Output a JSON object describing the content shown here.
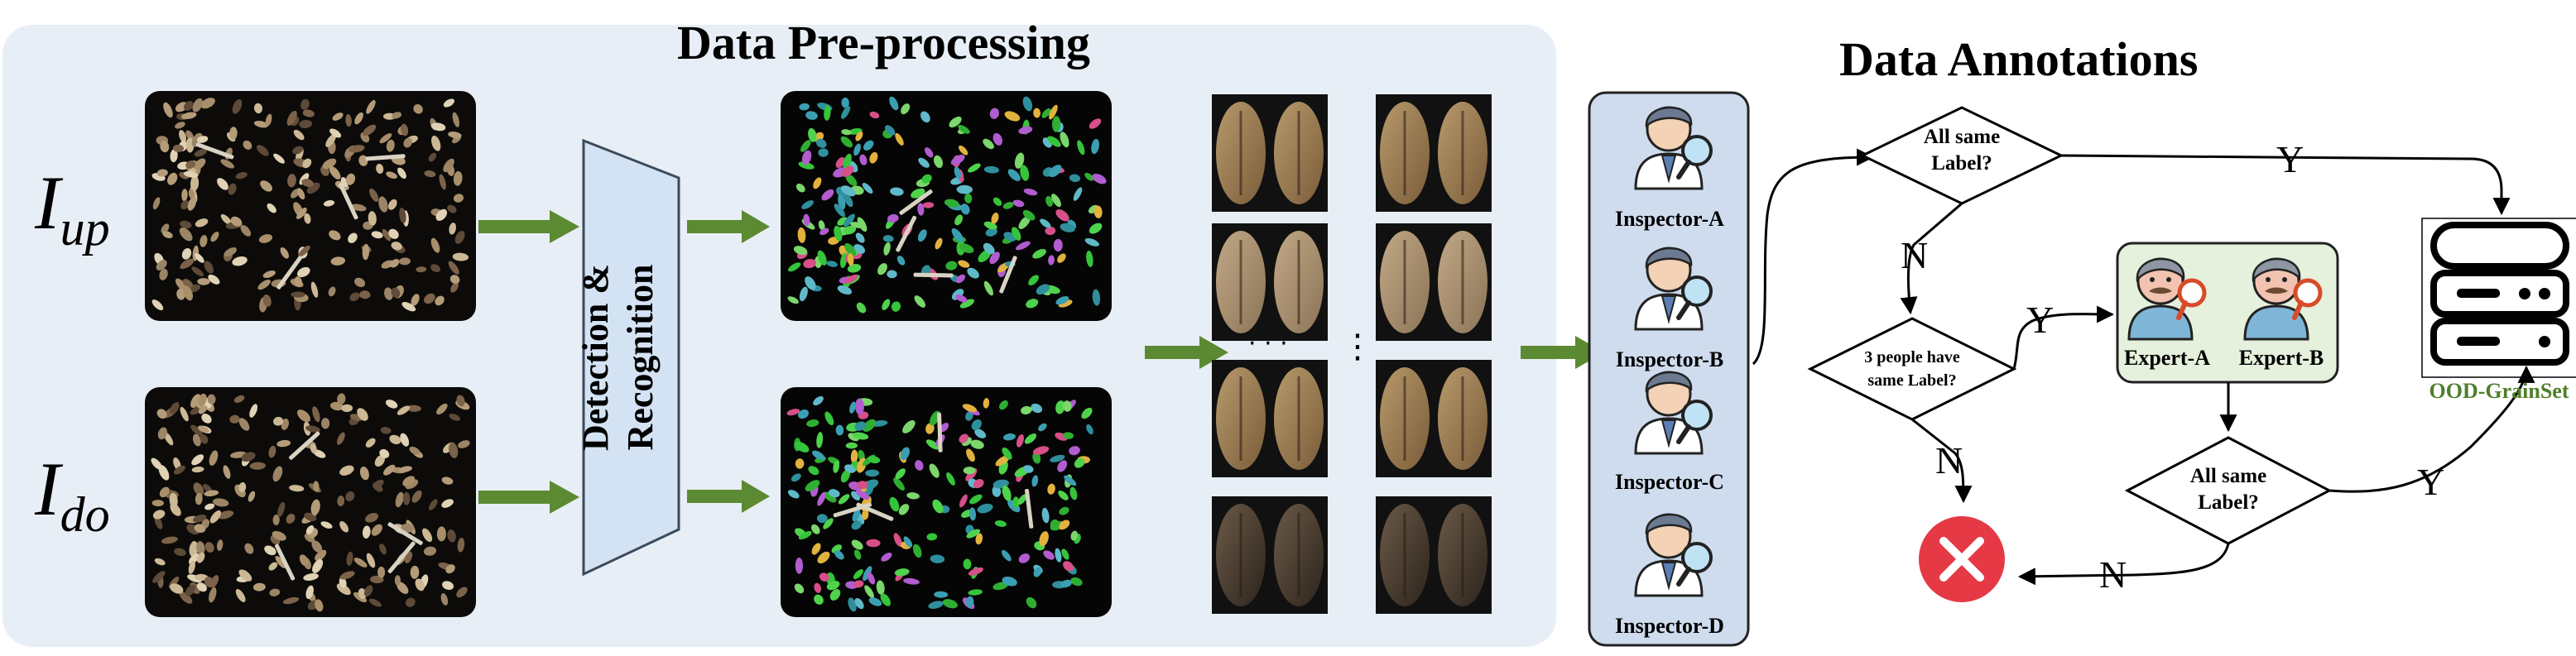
{
  "preprocessing": {
    "title": "Data Pre-processing",
    "input_up_base": "I",
    "input_up_sub": "up",
    "input_do_base": "I",
    "input_do_sub": "do",
    "detector_line1": "Detection &",
    "detector_line2": "Recognition",
    "ellipsis_h": "· · ·",
    "ellipsis_v": "⋮"
  },
  "annotations": {
    "title": "Data Annotations",
    "inspectors": [
      "Inspector-A",
      "Inspector-B",
      "Inspector-C",
      "Inspector-D"
    ],
    "experts": [
      "Expert-A",
      "Expert-B"
    ],
    "decision1": [
      "All same",
      "Label?"
    ],
    "decision2": [
      "3 people have",
      "same Label?"
    ],
    "decision3": [
      "All same",
      "Label?"
    ],
    "yes": "Y",
    "no": "N",
    "dataset_label": "OOD-GrainSet"
  },
  "colors": {
    "panel_bg": "#e8eef5",
    "inspector_panel": "#cfdcee",
    "expert_panel": "#e5f0dd",
    "arrow_green": "#5c8a33",
    "reject_red": "#e53946",
    "dataset_label": "#4e7f2a"
  }
}
